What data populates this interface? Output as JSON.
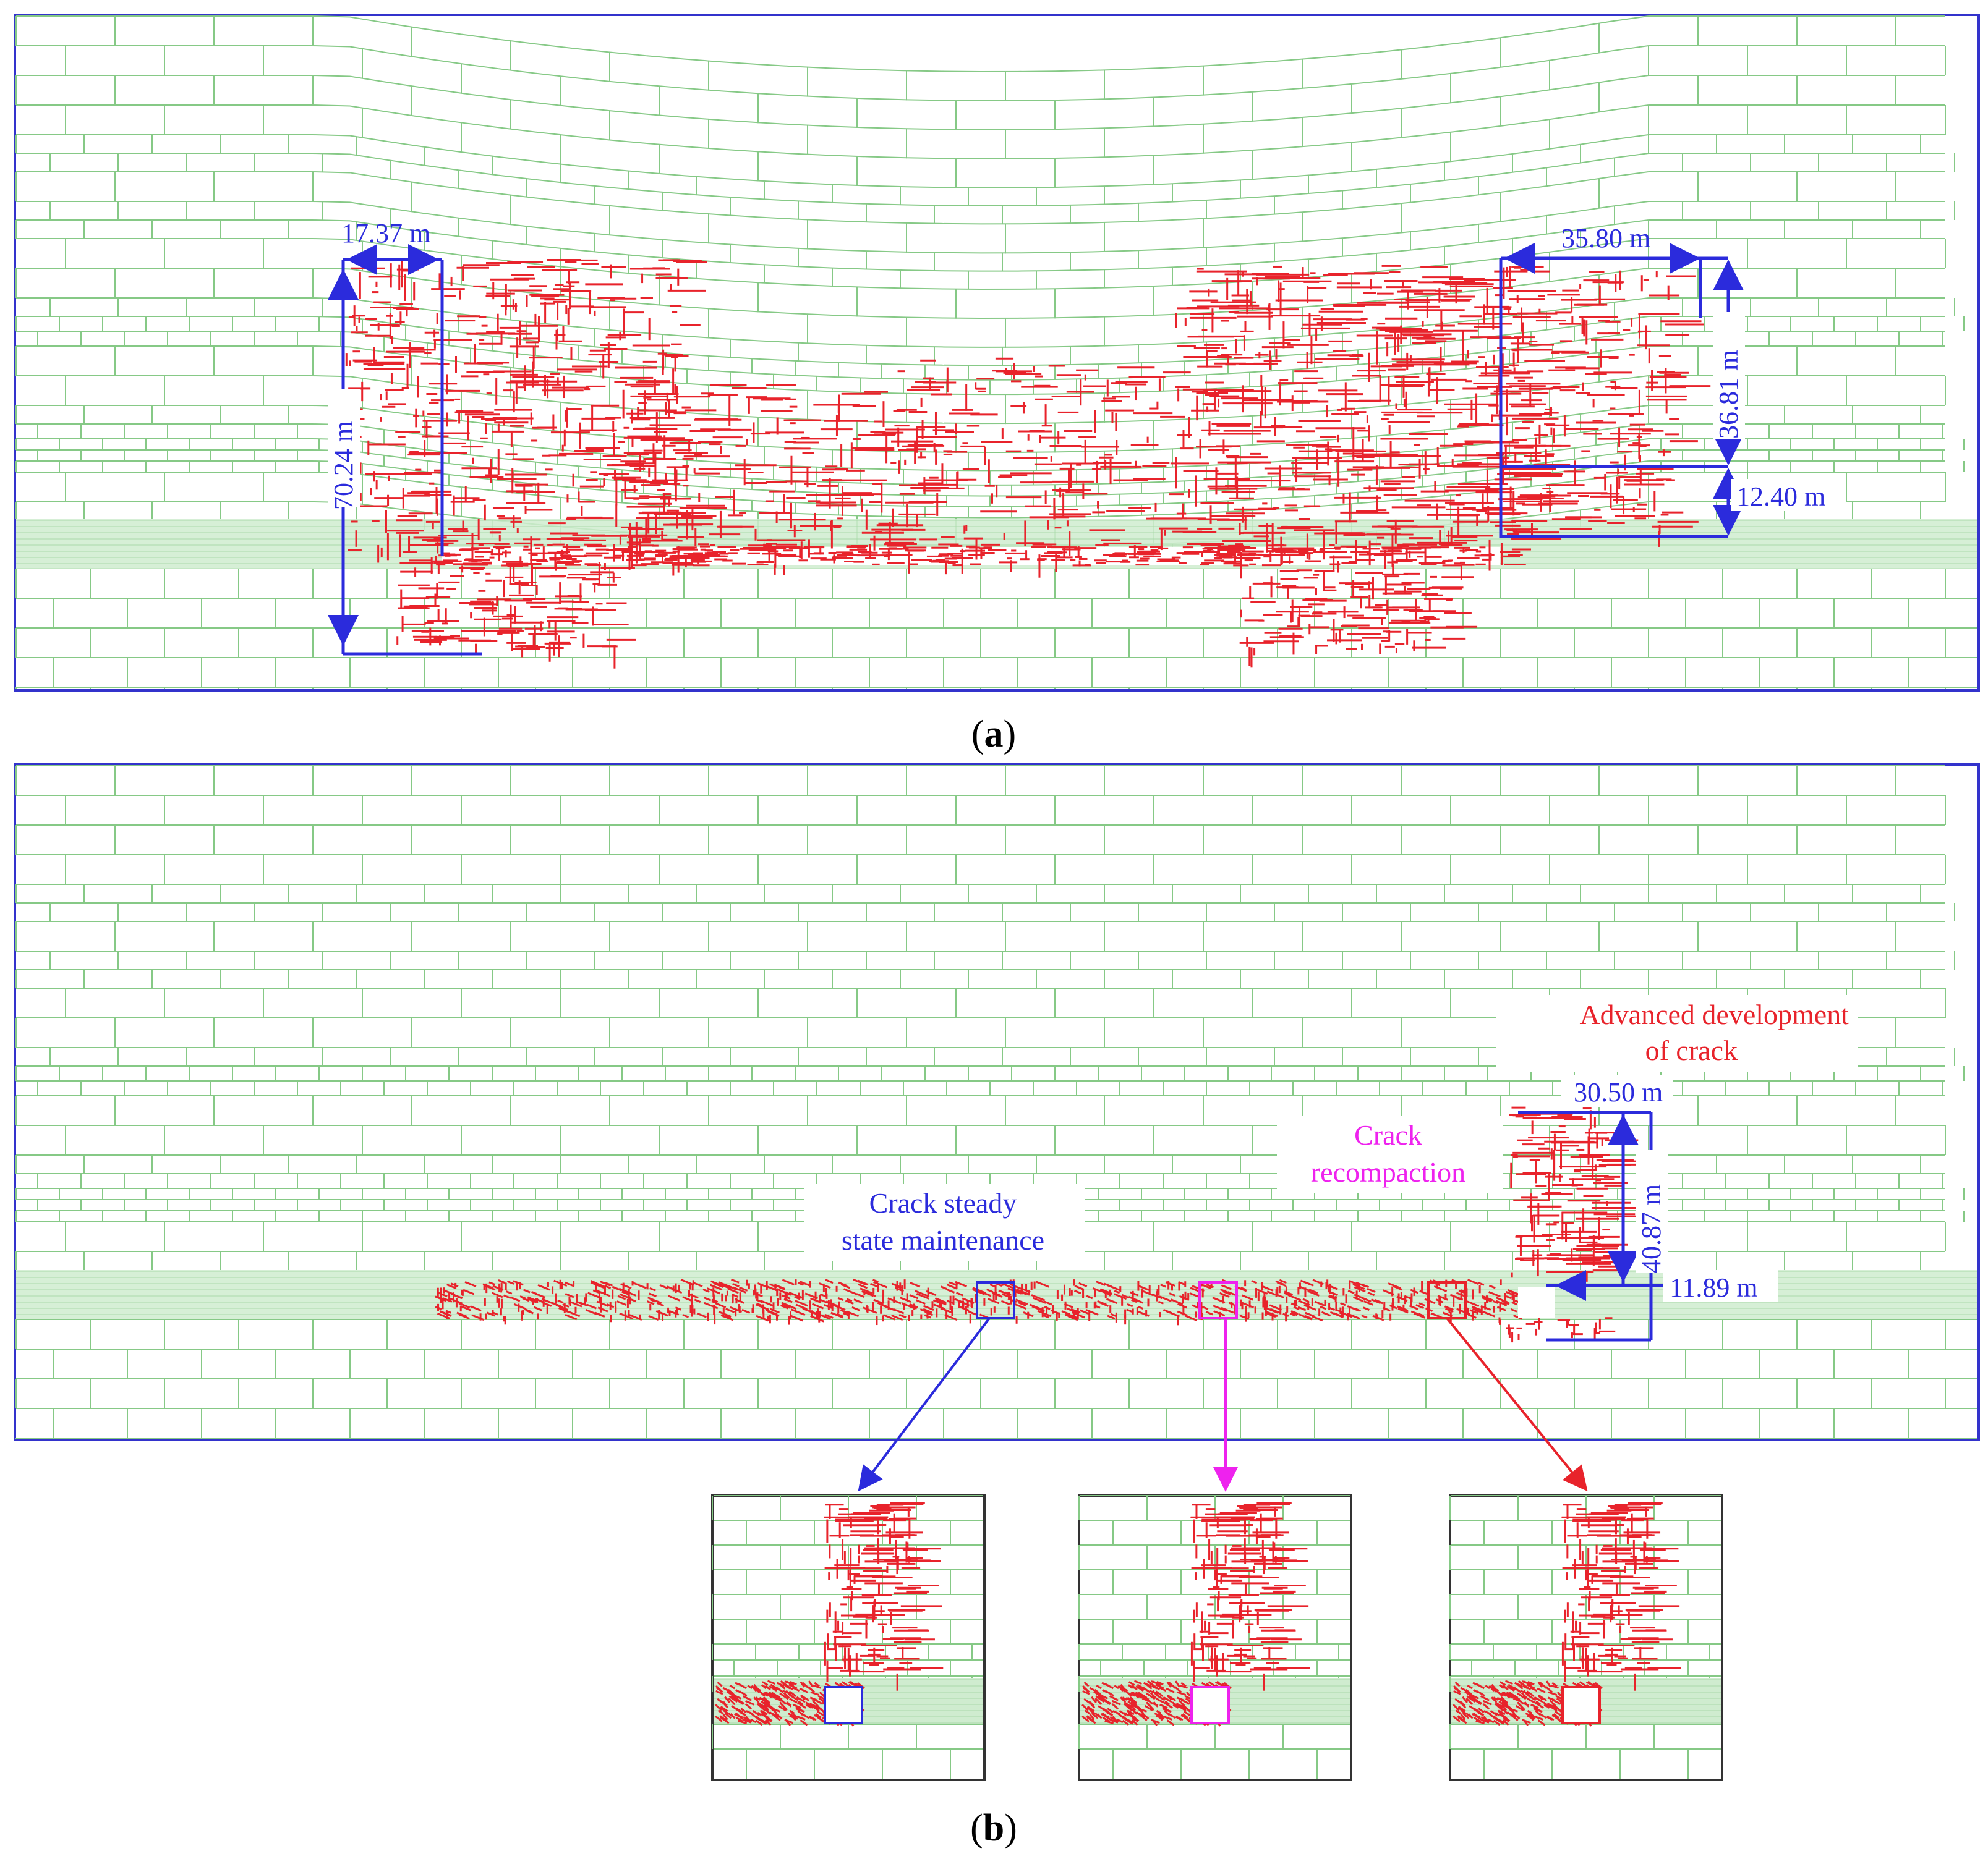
{
  "colors": {
    "block": "#86c986",
    "crack": "#e8232b",
    "dimension": "#2b2bdc",
    "recompaction": "#ee22ee",
    "steady": "#2b2bdc",
    "seam": "#cfeccf",
    "frame": "#3333cc"
  },
  "panel_a": {
    "caption_open": "(",
    "caption_letter": "a",
    "caption_close": ")",
    "dimensions": {
      "left_width": "17.37 m",
      "left_height": "70.24 m",
      "right_width": "35.80 m",
      "right_height": "36.81 m",
      "right_bottom": "12.40 m"
    }
  },
  "panel_b": {
    "caption_open": "(",
    "caption_letter": "b",
    "caption_close": ")",
    "dimensions": {
      "width": "30.50 m",
      "height": "40.87 m",
      "bottom": "11.89 m"
    },
    "annotations": {
      "advanced_line1": "Advanced development",
      "advanced_line2": "of crack",
      "recompaction_line1": "Crack",
      "recompaction_line2": "recompaction",
      "steady_line1": "Crack  steady",
      "steady_line2": "state maintenance"
    },
    "insets": [
      {
        "name": "steady-state",
        "box_color": "#2b2bdc"
      },
      {
        "name": "recompaction",
        "box_color": "#ee22ee"
      },
      {
        "name": "advanced",
        "box_color": "#e8232b"
      }
    ]
  }
}
